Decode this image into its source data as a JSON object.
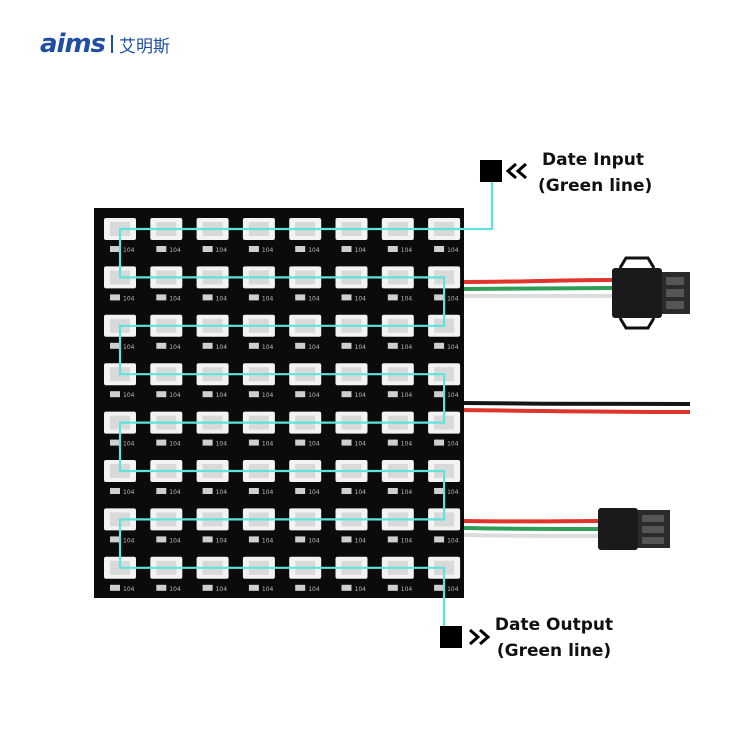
{
  "brand": {
    "mark": "aims",
    "name_cn": "艾明斯",
    "color": "#1f4fa3"
  },
  "labels": {
    "input": {
      "line1": "Date Input",
      "line2": "(Green line)"
    },
    "output": {
      "line1": "Date Output",
      "line2": "(Green line)"
    }
  },
  "panel": {
    "rows": 8,
    "cols": 8,
    "resistor_text": "104",
    "panel_color": "#0b0b0b",
    "led_color": "#f3f3f3",
    "data_line_color": "#5fe3dd"
  },
  "wires": {
    "red": "#e0342c",
    "green": "#2f9e57",
    "white": "#e8e8e8",
    "black": "#151515"
  },
  "icons": {
    "input_arrow": "double-chevron-left-icon",
    "output_arrow": "double-chevron-right-icon"
  }
}
